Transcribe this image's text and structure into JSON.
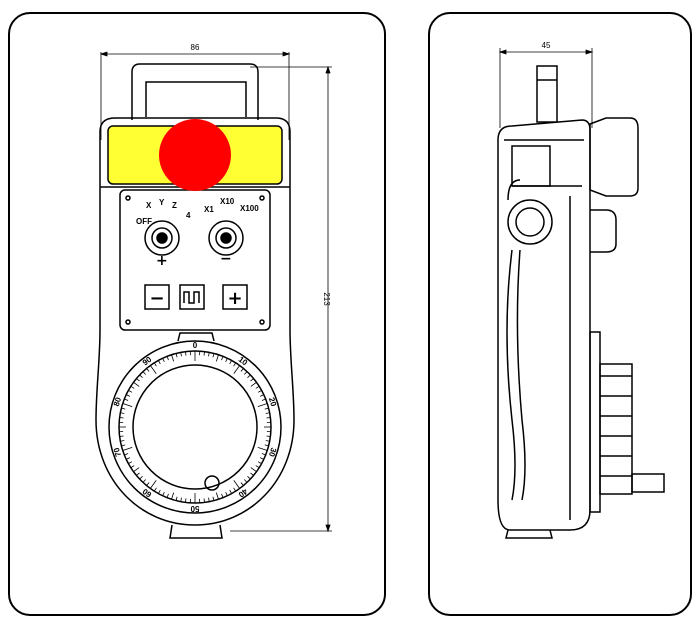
{
  "front_view": {
    "width_dimension": "86",
    "height_dimension": "213",
    "axis_selector": {
      "labels": [
        "OFF",
        "X",
        "Y",
        "Z",
        "4"
      ],
      "sign": "+"
    },
    "step_selector": {
      "labels": [
        "X1",
        "X10",
        "X100"
      ],
      "sign": "−"
    },
    "buttons": {
      "minus": "−",
      "plus": "+"
    },
    "handwheel_scale": [
      "0",
      "10",
      "20",
      "30",
      "40",
      "50",
      "60",
      "70",
      "80",
      "90"
    ]
  },
  "side_view": {
    "depth_dimension": "45"
  },
  "colors": {
    "estop_red": "#ff0000",
    "estop_guard_yellow": "#ffff33",
    "outline": "#000000"
  }
}
